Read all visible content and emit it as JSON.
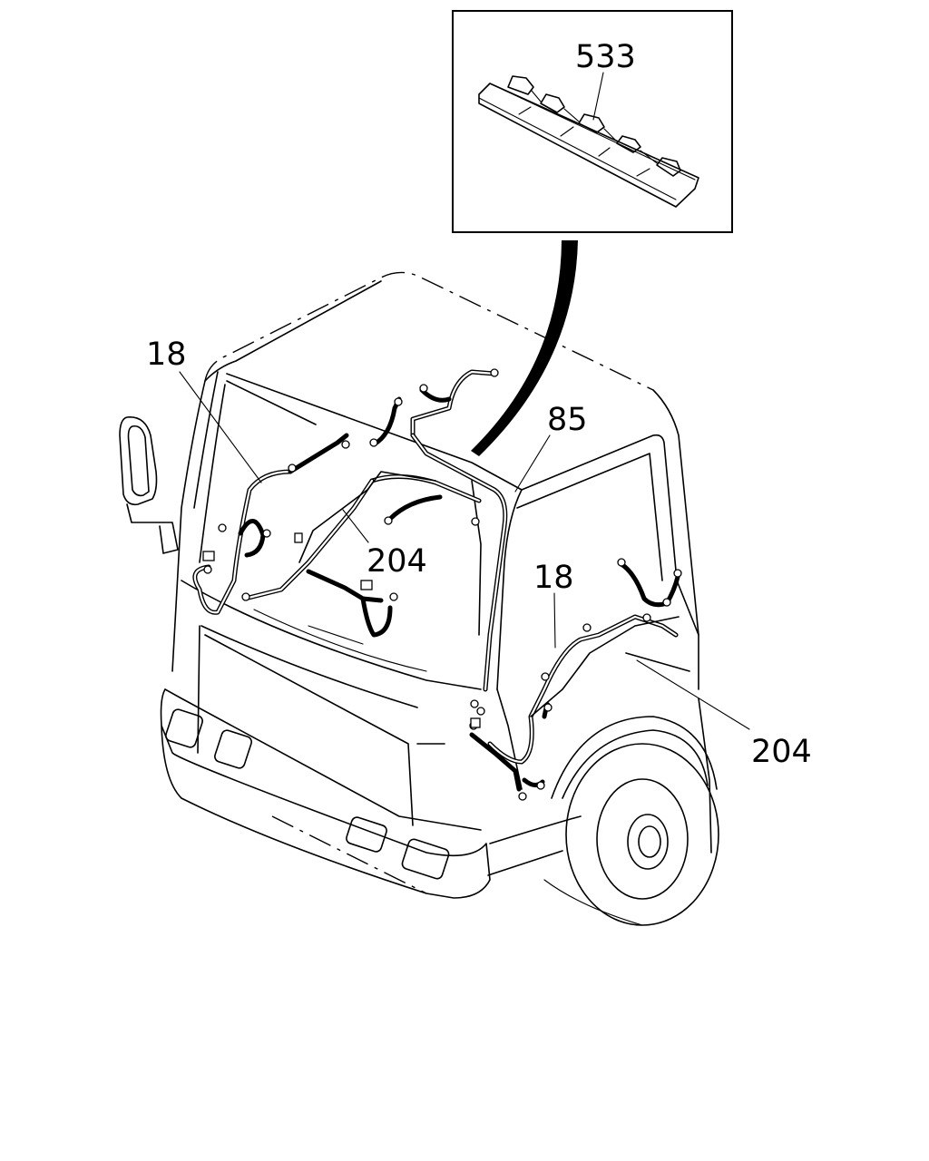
{
  "callouts": {
    "inset_clip": "533",
    "harness_left": "18",
    "harness_right": "18",
    "roof_harness": "85",
    "harness_center": "204",
    "harness_right_lower": "204"
  }
}
